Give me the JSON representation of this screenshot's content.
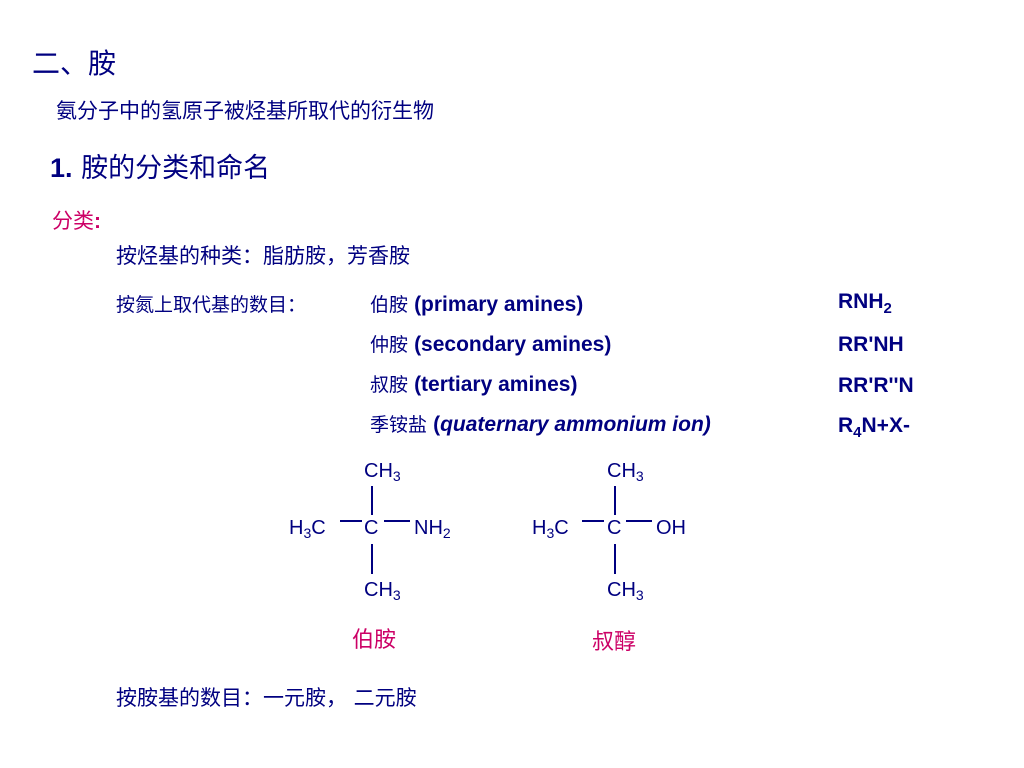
{
  "section_title": "二、胺",
  "definition": "氨分子中的氢原子被烃基所取代的衍生物",
  "heading": {
    "number": "1.",
    "text": "胺的分类和命名"
  },
  "classification_label": {
    "text": "分类",
    "colon": ":"
  },
  "by_hydrocarbon": "按烃基的种类：脂肪胺，芳香胺",
  "by_nitrogen_prefix": "按氮上取代基的数目：",
  "amine_types": [
    {
      "cn": "伯胺",
      "en": "(primary amines)",
      "formula_main": "RNH",
      "formula_sub": "2",
      "formula_tail": ""
    },
    {
      "cn": "仲胺",
      "en": "(secondary amines)",
      "formula_main": "RR'NH",
      "formula_sub": "",
      "formula_tail": ""
    },
    {
      "cn": "叔胺",
      "en": "(tertiary amines)",
      "formula_main": "RR'R''N",
      "formula_sub": "",
      "formula_tail": ""
    },
    {
      "cn": "季铵盐",
      "en_open": "(",
      "en_italic": "quaternary ammonium ion)",
      "formula_main": "R",
      "formula_sub": "4",
      "formula_tail": "N+X-"
    }
  ],
  "structures": [
    {
      "top": {
        "main": "CH",
        "sub": "3"
      },
      "left": {
        "main": "H",
        "sub": "3",
        "tail": "C"
      },
      "center": "C",
      "right": {
        "main": "NH",
        "sub": "2"
      },
      "bottom": {
        "main": "CH",
        "sub": "3"
      },
      "caption": "伯胺"
    },
    {
      "top": {
        "main": "CH",
        "sub": "3"
      },
      "left": {
        "main": "H",
        "sub": "3",
        "tail": "C"
      },
      "center": "C",
      "right": {
        "main": "OH",
        "sub": ""
      },
      "bottom": {
        "main": "CH",
        "sub": "3"
      },
      "caption": "叔醇"
    }
  ],
  "by_amine_groups": "按胺基的数目：一元胺， 二元胺"
}
